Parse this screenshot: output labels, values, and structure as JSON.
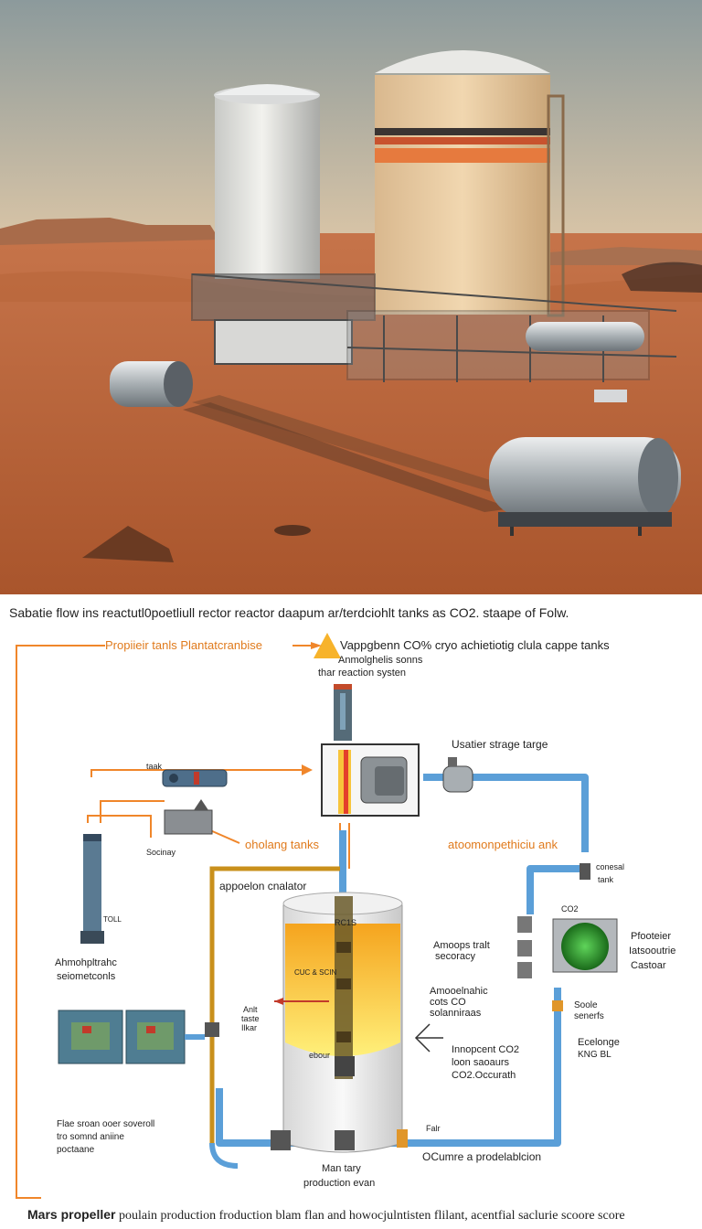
{
  "caption": "Sabatie flow ins reactutl0poetliull rector reactor daapum ar/terdciohlt tanks  as CO2. staape of Folw.",
  "footer_bold": "Mars propeller",
  "footer_rest": " poulain production froduction blam flan and howocjulntisten flilant, acentfial saclurie scoore score",
  "labels": {
    "propellant_tanks": "Propiieir tanls Plantatcranbise",
    "co2_cryo": "Vappgbenn CO% cryo achietiotig clula cappe tanks",
    "reaction_system_1": "Anmolghelis sonns",
    "reaction_system_2": "thar reaction systen",
    "water_storage": "Usatier strage targe",
    "tank_small": "taak",
    "sociacy": "Socinay",
    "holding_tanks": "oholang tanks",
    "atmospheric_tank": "atoomonpethiciu ank",
    "electrolysis_creator": "appoelon cnalator",
    "atm_column_1": "Ahmohpltrahc",
    "atm_column_2": "seiometconls",
    "ambient_1": "Amoops tralt",
    "ambient_2": "secoracy",
    "atm_co_1": "Amooelnahic",
    "atm_co_2": "cots CO",
    "atm_co_3": "solanniraas",
    "innopent_1": "Innopcent CO2",
    "innopent_2": "loon saoaurs",
    "innopent_3": "CO2.Occurath",
    "fuel": "Falr",
    "main_tank_1": "Man tary",
    "main_tank_2": "production evan",
    "ocumre": "OCumre a prodelablcion",
    "control_1": "Flae sroan ooer soveroll",
    "control_2": "tro somnd aniine",
    "control_3": "poctaane",
    "peoteier_1": "Pfooteier",
    "peoteier_2": "Iatsooutrie",
    "peoteier_3": "Castoar",
    "coneoal_1": "conesal",
    "coneoal_2": "tank",
    "co2_small": "CO2",
    "solo_1": "Soole",
    "solo_2": "senerfs",
    "ecelonge_1": "Ecelonge",
    "ecelonge_2": "KNG BL",
    "anti_1": "Anlt",
    "anti_2": "taste",
    "anti_3": "Ilkar",
    "tank_tag_1": "RC1S",
    "tank_tag_2": "CUC & SCIN",
    "tank_tag_3": "ebour",
    "tank_tag_4": "TOLL"
  },
  "colors": {
    "flow_blue": "#5b9fd8",
    "flow_orange": "#f0862a",
    "flow_gold": "#c9901c",
    "tank_gold": "#f3a21b"
  }
}
